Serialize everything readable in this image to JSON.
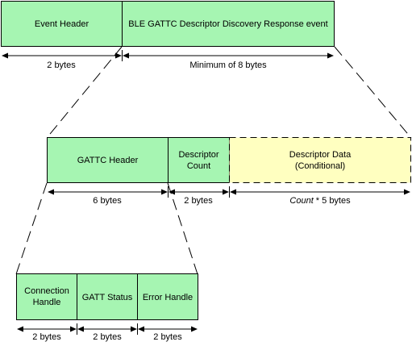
{
  "colors": {
    "box_fill": "#a6f5b2",
    "box_stroke": "#000000",
    "conditional_fill": "#ffffc0",
    "conditional_stroke": "#000000",
    "line": "#000000"
  },
  "row1": {
    "event_header": "Event Header",
    "event_name": "BLE GATTC Descriptor Discovery Response event",
    "dim_event_header": "2 bytes",
    "dim_event_body": "Minimum of 8 bytes"
  },
  "row2": {
    "gattc_header": "GATTC Header",
    "descriptor_count_line1": "Descriptor",
    "descriptor_count_line2": "Count",
    "descriptor_data_line1": "Descriptor Data",
    "descriptor_data_line2": "(Conditional)",
    "dim_gattc_header": "6 bytes",
    "dim_descriptor_count": "2 bytes",
    "dim_descriptor_data_count": "Count",
    "dim_descriptor_data_rest": " * 5 bytes"
  },
  "row3": {
    "connection_handle_line1": "Connection",
    "connection_handle_line2": "Handle",
    "gatt_status": "GATT Status",
    "error_handle": "Error Handle",
    "dim_connection_handle": "2 bytes",
    "dim_gatt_status": "2 bytes",
    "dim_error_handle": "2 bytes"
  }
}
